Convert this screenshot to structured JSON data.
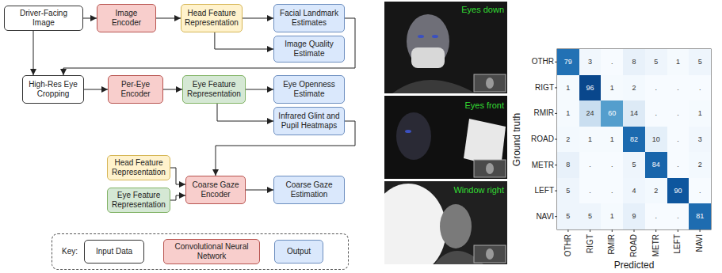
{
  "diagram": {
    "nodes": [
      {
        "text": [
          "Driver-Facing Image"
        ]
      },
      {
        "text": [
          "Image Encoder"
        ]
      },
      {
        "text": [
          "Head Feature Representation"
        ]
      },
      {
        "text": [
          "Facial Landmark Estimates"
        ]
      },
      {
        "text": [
          "Image Quality Estimate"
        ]
      },
      {
        "text": [
          "High-Res Eye Cropping"
        ]
      },
      {
        "text": [
          "Per-Eye Encoder"
        ]
      },
      {
        "text": [
          "Eye Feature Representation"
        ]
      },
      {
        "text": [
          "Eye Openness Estimate"
        ]
      },
      {
        "text": [
          "Infrared Glint and Pupil Heatmaps"
        ]
      },
      {
        "text": [
          "Head Feature Representation"
        ]
      },
      {
        "text": [
          "Eye Feature Representation"
        ]
      },
      {
        "text": [
          "Coarse Gaze Encoder"
        ]
      },
      {
        "text": [
          "Coarse Gaze Estimation"
        ]
      },
      {
        "text": [
          "Key:"
        ]
      },
      {
        "text": [
          "Input Data"
        ],
        "in": 14
      },
      {
        "text": [
          "Convolutional Neural Network"
        ],
        "in": 14
      },
      {
        "text": [
          "Output"
        ],
        "in": 14
      }
    ],
    "edges": [
      {
        "from": 0,
        "to": 1,
        "arrow": "to"
      },
      {
        "from": 1,
        "to": 2,
        "arrow": "to"
      },
      {
        "from": 2,
        "to": 3,
        "arrow": "to"
      },
      {
        "from": 2,
        "to": 4,
        "arrow": "to"
      },
      {
        "from": 0,
        "to": 5,
        "arrow": "to"
      },
      {
        "from": 3,
        "to": 5,
        "arrow": "to"
      },
      {
        "from": 5,
        "to": 6,
        "arrow": "to"
      },
      {
        "from": 6,
        "to": 7,
        "arrow": "to"
      },
      {
        "from": 7,
        "to": 8,
        "arrow": "to"
      },
      {
        "from": 7,
        "to": 9,
        "arrow": "to"
      },
      {
        "from": 9,
        "to": 12,
        "arrow": "to"
      },
      {
        "from": 10,
        "to": 12,
        "arrow": "to"
      },
      {
        "from": 11,
        "to": 12,
        "arrow": "to"
      },
      {
        "from": 12,
        "to": 13,
        "arrow": "to"
      }
    ],
    "labels": [
      "Eyes down",
      "Eyes front",
      "Window right",
      "Ground truth",
      "OTHR",
      "RIGT",
      "RMIR",
      "ROAD",
      "METR",
      "LEFT",
      "NAVI",
      "79",
      "3",
      ".",
      "8",
      "5",
      "1",
      "5",
      "1",
      "96",
      "1",
      "2",
      ".",
      ".",
      ".",
      "1",
      "24",
      "60",
      "14",
      ".",
      ".",
      "1",
      "2",
      "1",
      "1",
      "82",
      "10",
      ".",
      "3",
      "8",
      ".",
      ".",
      "5",
      "84",
      ".",
      "2",
      "5",
      ".",
      ".",
      "4",
      "2",
      "90",
      ".",
      "5",
      "5",
      "1",
      "9",
      ".",
      ".",
      "81",
      "OTHR",
      "RIGT",
      "RMIR",
      "ROAD",
      "METR",
      "LEFT",
      "NAVI",
      "Predicted"
    ]
  }
}
